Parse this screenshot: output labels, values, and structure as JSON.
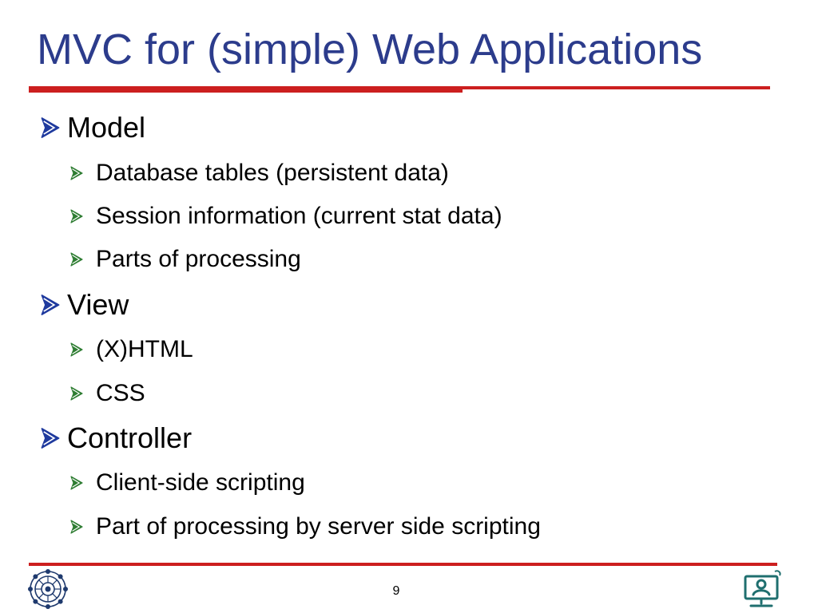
{
  "slide": {
    "title": "MVC for (simple) Web Applications",
    "page_number": "9",
    "colors": {
      "title": "#2c3c8c",
      "rule": "#cc1f1f",
      "level1_bullet": "#1f3a9e",
      "level2_bullet": "#2e7d32",
      "logo_right": "#1f6f6f"
    },
    "bullet_icons": {
      "level1": "arrow-bullet-icon",
      "level2": "arrow-bullet-icon"
    },
    "sections": [
      {
        "heading": "Model",
        "items": [
          "Database tables (persistent data)",
          "Session information (current stat data)",
          "Parts of processing"
        ]
      },
      {
        "heading": "View",
        "items": [
          "(X)HTML",
          "CSS"
        ]
      },
      {
        "heading": "Controller",
        "items": [
          "Client-side scripting",
          "Part of processing by server side scripting"
        ]
      }
    ]
  }
}
